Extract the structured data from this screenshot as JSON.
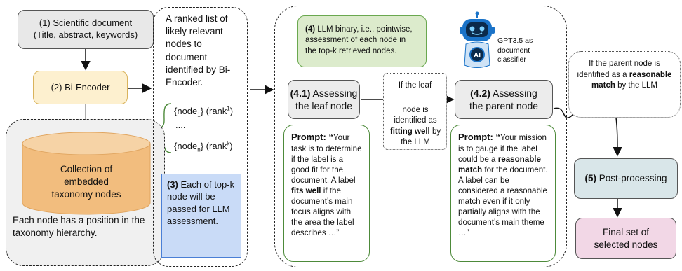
{
  "colors": {
    "doc": "#e8e8e8",
    "biencoder": "#fdf0cf",
    "biencoder_border": "#d9b35c",
    "cyl_top": "#f6d3a6",
    "cyl_body": "#f2bd7e",
    "storage_bg": "#f0f0f0",
    "rank_box": "#c9dbf7",
    "rank_border": "#4a7fd6",
    "llm_box": "#dcebcc",
    "llm_border": "#6aa84f",
    "prompt_border": "#4d8a3a",
    "assess": "#ececec",
    "post": "#d9e6e9",
    "final": "#f2d7e6"
  },
  "doc": {
    "line1": "(1) Scientific document",
    "line2": "(Title, abstract, keywords)"
  },
  "biencoder": {
    "label": "(2) Bi-Encoder"
  },
  "storage": {
    "cyl_line1": "Collection of",
    "cyl_line2": "embedded",
    "cyl_line3": "taxonomy nodes",
    "desc": "Each node has a position in the taxonomy hierarchy."
  },
  "ranked": {
    "text": "A ranked list of likely relevant nodes to document identified by Bi-Encoder.",
    "item1_node": "{node",
    "item1_sub": "1",
    "item1_rank": "} (rank",
    "item1_sup": "1",
    "item1_close": ")",
    "dots": "....",
    "itemk_node": "{node",
    "itemk_sub": "n",
    "itemk_rank": "} (rank",
    "itemk_sup": "k",
    "itemk_close": ")",
    "step3_num": "(3)",
    "step3_text": " Each of top-k node will be passed for LLM assessment."
  },
  "llm": {
    "step4_num": "(4)",
    "step4_text": " LLM binary, i.e., pointwise, assessment of each node in the top-k retrieved nodes.",
    "robot_label": "AI",
    "gpt_label": "GPT3.5 as document classifier"
  },
  "leaf": {
    "num": "(4.1)",
    "title1": " Assessing",
    "title2": "the leaf node"
  },
  "parent": {
    "num": "(4.2)",
    "title1": " Assessing",
    "title2": "the parent node"
  },
  "leaf_cond": {
    "top": "If the leaf",
    "pre": "node is identified as ",
    "bold": "fitting well",
    "post": " by the LLM"
  },
  "parent_cond": {
    "pre": "If the parent node is identified as a ",
    "bold": "reasonable match",
    "post": " by the LLM"
  },
  "prompt_leaf": {
    "label": "Prompt: “",
    "t1": "Your task is to determine if the label is a good fit for the document. A label ",
    "bold": "fits well",
    "t2": " if the document’s main focus aligns with the area the label describes …”"
  },
  "prompt_parent": {
    "label": "Prompt: “",
    "t1": "Your mission is to gauge if the label could be a ",
    "bold": "reasonable match",
    "t2": " for the document. A label can be considered a reasonable match even if it only partially aligns with the document’s main theme …”"
  },
  "post": {
    "num": "(5)",
    "text": " Post-processing"
  },
  "final": {
    "text": "Final set of selected nodes"
  }
}
